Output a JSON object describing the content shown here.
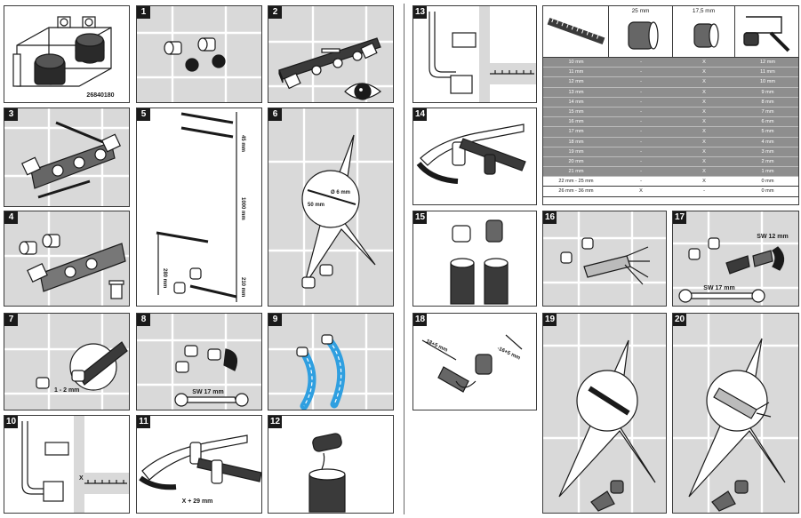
{
  "product_code": "26840180",
  "step_numbers": [
    "1",
    "2",
    "3",
    "4",
    "5",
    "6",
    "7",
    "8",
    "9",
    "10",
    "11",
    "12",
    "13",
    "14",
    "15",
    "16",
    "17",
    "18",
    "19",
    "20"
  ],
  "labels": {
    "s5_top": "45 mm",
    "s5_mid": "1000 mm",
    "s5_left": "280 mm",
    "s5_bottom": "210 mm",
    "s6_drill": "Ø 6 mm",
    "s6_depth": "50 mm",
    "s7_gap": "1 - 2 mm",
    "s8_wrench": "SW 17 mm",
    "s10_x": "X",
    "s11_measure": "X + 29 mm",
    "s17_hex": "SW 12 mm",
    "s17_wrench": "SW 17 mm",
    "s18_left": "18+5 mm",
    "s18_right": "-16+5 mm"
  },
  "table": {
    "headers": [
      "",
      "25 mm",
      "17,5 mm",
      ""
    ],
    "rows": [
      [
        "10 mm",
        "-",
        "X",
        "12 mm"
      ],
      [
        "11 mm",
        "-",
        "X",
        "11 mm"
      ],
      [
        "12 mm",
        "-",
        "X",
        "10 mm"
      ],
      [
        "13 mm",
        "-",
        "X",
        "9 mm"
      ],
      [
        "14 mm",
        "-",
        "X",
        "8 mm"
      ],
      [
        "15 mm",
        "-",
        "X",
        "7 mm"
      ],
      [
        "16 mm",
        "-",
        "X",
        "6 mm"
      ],
      [
        "17 mm",
        "-",
        "X",
        "5 mm"
      ],
      [
        "18 mm",
        "-",
        "X",
        "4 mm"
      ],
      [
        "19 mm",
        "-",
        "X",
        "3 mm"
      ],
      [
        "20 mm",
        "-",
        "X",
        "2 mm"
      ],
      [
        "21 mm",
        "-",
        "X",
        "1 mm"
      ],
      [
        "22 mm - 25 mm",
        "-",
        "X",
        "0 mm"
      ],
      [
        "26 mm - 36 mm",
        "X",
        "-",
        "0 mm"
      ]
    ],
    "white_rows": [
      12,
      13
    ]
  },
  "colors": {
    "tile": "#d9d9d9",
    "grout": "#ffffff",
    "border": "#3a3a3a",
    "hose_blue": "#2f9fe0",
    "table_gray": "#8e8e8e"
  }
}
